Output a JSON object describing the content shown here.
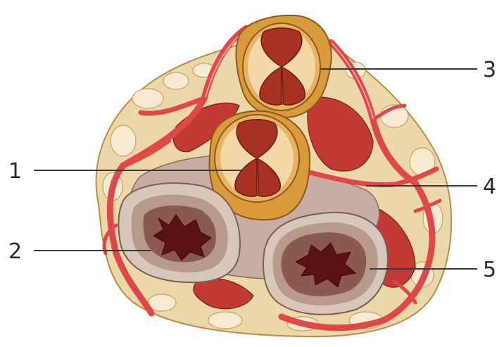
{
  "figure": {
    "labels": [
      {
        "id": "1",
        "text": "1"
      },
      {
        "id": "2",
        "text": "2"
      },
      {
        "id": "3",
        "text": "3"
      },
      {
        "id": "4",
        "text": "4"
      },
      {
        "id": "5",
        "text": "5"
      }
    ]
  },
  "colors": {
    "background": "#ffffff",
    "fat": "#ecd7a8",
    "fat_shadow": "#cfa66a",
    "artery": "#e04848",
    "artery_dark": "#9c1f22",
    "muscle": "#c23a36",
    "valve_rim": "#d99a3a",
    "valve_cusp": "#a83222",
    "chamber_wall": "#b79a8a",
    "chamber_inner": "#8a5a4d",
    "chamber_lumen": "#5b1212",
    "fibrous_center": "#c8ada3"
  }
}
